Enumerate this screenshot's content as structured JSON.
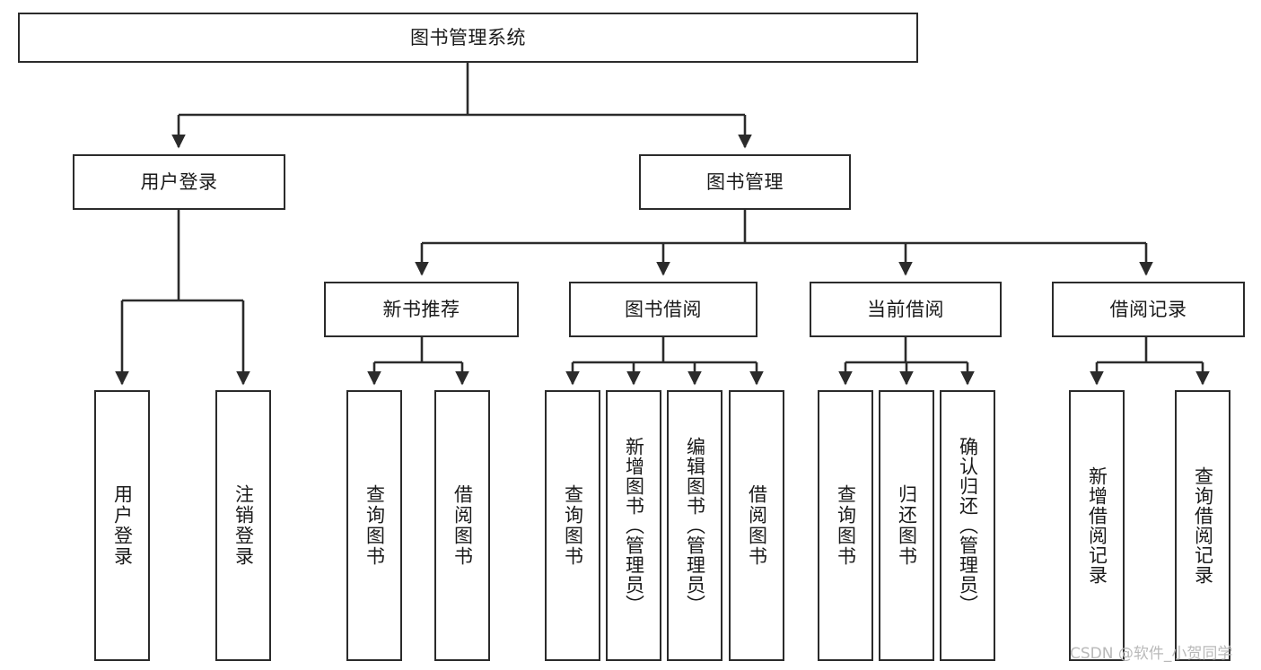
{
  "diagram": {
    "type": "tree-hierarchy-chart",
    "title": "图书管理系统",
    "colors": {
      "border": "#2b2b2b",
      "fill": "#ffffff",
      "text": "#1a1a1a",
      "edge": "#2b2b2b",
      "watermark": "#b9b9b9"
    },
    "nodes": {
      "root": {
        "label": "图书管理系统"
      },
      "level2": [
        {
          "id": "user-login",
          "label": "用户登录"
        },
        {
          "id": "book-manage",
          "label": "图书管理"
        }
      ],
      "level3": [
        {
          "id": "new-book-recommend",
          "label": "新书推荐"
        },
        {
          "id": "book-borrow",
          "label": "图书借阅"
        },
        {
          "id": "current-borrow",
          "label": "当前借阅"
        },
        {
          "id": "borrow-record",
          "label": "借阅记录"
        }
      ],
      "leaves": {
        "user-login": [
          {
            "id": "leaf-user-login",
            "label": "用户登录"
          },
          {
            "id": "leaf-user-logout",
            "label": "注销登录"
          }
        ],
        "new-book-recommend": [
          {
            "id": "leaf-query-book-1",
            "label": "查询图书"
          },
          {
            "id": "leaf-borrow-book-1",
            "label": "借阅图书"
          }
        ],
        "book-borrow": [
          {
            "id": "leaf-query-book-2",
            "label": "查询图书"
          },
          {
            "id": "leaf-add-book",
            "label": "新增图书（管理员）"
          },
          {
            "id": "leaf-edit-book",
            "label": "编辑图书（管理员）"
          },
          {
            "id": "leaf-borrow-book-2",
            "label": "借阅图书"
          }
        ],
        "current-borrow": [
          {
            "id": "leaf-query-book-3",
            "label": "查询图书"
          },
          {
            "id": "leaf-return-book",
            "label": "归还图书"
          },
          {
            "id": "leaf-confirm-return",
            "label": "确认归还（管理员）"
          }
        ],
        "borrow-record": [
          {
            "id": "leaf-add-record",
            "label": "新增借阅记录"
          },
          {
            "id": "leaf-query-record",
            "label": "查询借阅记录"
          }
        ]
      }
    },
    "watermark": "CSDN @软件_小贺同学"
  }
}
